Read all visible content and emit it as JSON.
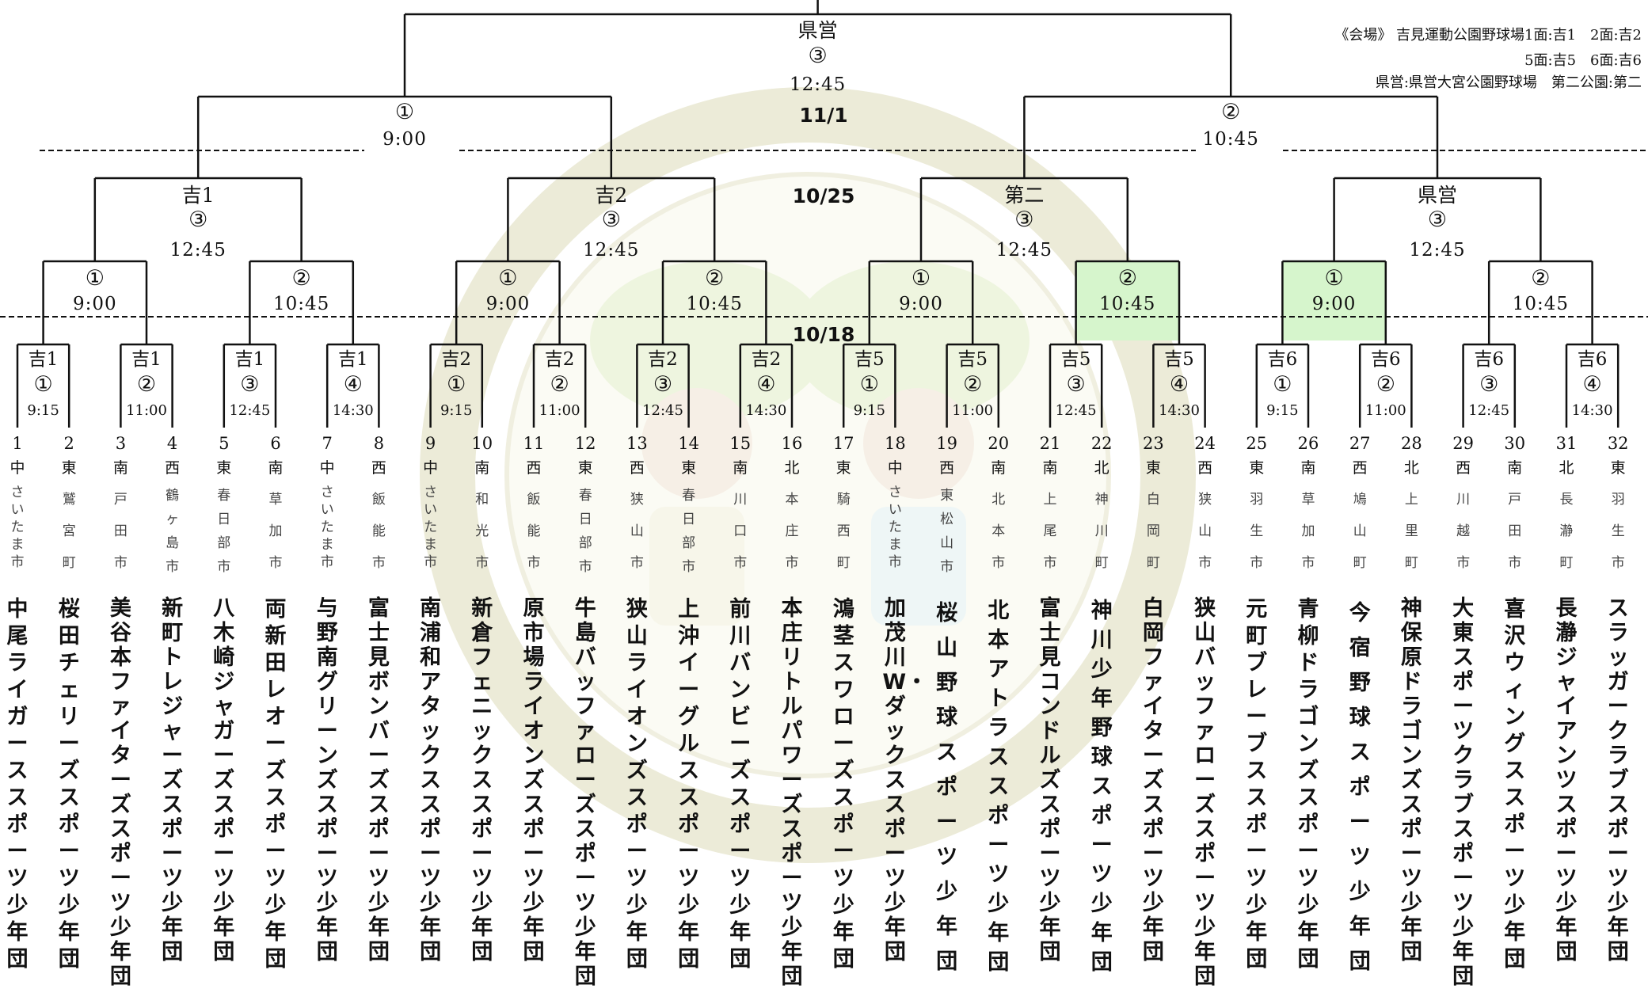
{
  "venue_note": {
    "line1": "《会場》 吉見運動公園野球場1面:吉1　2面:吉2",
    "line2": "5面:吉5　6面:吉6",
    "line3": "県営:県営大宮公園野球場　第二公園:第二"
  },
  "dates": {
    "round1": "10/18",
    "round3": "10/25",
    "semi": "11/1"
  },
  "final": {
    "site": "県営",
    "num": "③",
    "time": "12:45"
  },
  "semis": [
    {
      "num": "①",
      "time": "9:00"
    },
    {
      "num": "②",
      "time": "10:45"
    }
  ],
  "quarters": [
    {
      "site": "吉1",
      "num": "③",
      "time": "12:45"
    },
    {
      "site": "吉2",
      "num": "③",
      "time": "12:45"
    },
    {
      "site": "第二",
      "num": "③",
      "time": "12:45"
    },
    {
      "site": "県営",
      "num": "③",
      "time": "12:45"
    }
  ],
  "round2": [
    {
      "num": "①",
      "time": "9:00"
    },
    {
      "num": "②",
      "time": "10:45"
    },
    {
      "num": "①",
      "time": "9:00"
    },
    {
      "num": "②",
      "time": "10:45"
    },
    {
      "num": "①",
      "time": "9:00"
    },
    {
      "num": "②",
      "time": "10:45"
    },
    {
      "num": "①",
      "time": "9:00"
    },
    {
      "num": "②",
      "time": "10:45"
    }
  ],
  "round1": [
    {
      "site": "吉1",
      "num": "①",
      "time": "9:15"
    },
    {
      "site": "吉1",
      "num": "②",
      "time": "11:00"
    },
    {
      "site": "吉1",
      "num": "③",
      "time": "12:45"
    },
    {
      "site": "吉1",
      "num": "④",
      "time": "14:30"
    },
    {
      "site": "吉2",
      "num": "①",
      "time": "9:15"
    },
    {
      "site": "吉2",
      "num": "②",
      "time": "11:00"
    },
    {
      "site": "吉2",
      "num": "③",
      "time": "12:45"
    },
    {
      "site": "吉2",
      "num": "④",
      "time": "14:30"
    },
    {
      "site": "吉5",
      "num": "①",
      "time": "9:15"
    },
    {
      "site": "吉5",
      "num": "②",
      "time": "11:00"
    },
    {
      "site": "吉5",
      "num": "③",
      "time": "12:45"
    },
    {
      "site": "吉5",
      "num": "④",
      "time": "14:30"
    },
    {
      "site": "吉6",
      "num": "①",
      "time": "9:15"
    },
    {
      "site": "吉6",
      "num": "②",
      "time": "11:00"
    },
    {
      "site": "吉6",
      "num": "③",
      "time": "12:45"
    },
    {
      "site": "吉6",
      "num": "④",
      "time": "14:30"
    }
  ],
  "teams": [
    {
      "no": "1",
      "area": "中",
      "city": "さいたま市",
      "name": "中尾ライガーススポーツ少年団"
    },
    {
      "no": "2",
      "area": "東",
      "city": "鷲宮町",
      "name": "桜田チェリーズスポーツ少年団"
    },
    {
      "no": "3",
      "area": "南",
      "city": "戸田市",
      "name": "美谷本ファイターズスポーツ少年団"
    },
    {
      "no": "4",
      "area": "西",
      "city": "鶴ヶ島市",
      "name": "新町トレジャーズスポーツ少年団"
    },
    {
      "no": "5",
      "area": "東",
      "city": "春日部市",
      "name": "八木崎ジャガーズスポーツ少年団"
    },
    {
      "no": "6",
      "area": "南",
      "city": "草加市",
      "name": "両新田レオーズスポーツ少年団"
    },
    {
      "no": "7",
      "area": "中",
      "city": "さいたま市",
      "name": "与野南グリーンズスポーツ少年団"
    },
    {
      "no": "8",
      "area": "西",
      "city": "飯能市",
      "name": "富士見ボンバーズスポーツ少年団"
    },
    {
      "no": "9",
      "area": "中",
      "city": "さいたま市",
      "name": "南浦和アタックススポーツ少年団"
    },
    {
      "no": "10",
      "area": "南",
      "city": "和光市",
      "name": "新倉フェニックススポーツ少年団"
    },
    {
      "no": "11",
      "area": "西",
      "city": "飯能市",
      "name": "原市場ライオンズスポーツ少年団"
    },
    {
      "no": "12",
      "area": "東",
      "city": "春日部市",
      "name": "牛島バッファローズスポーツ少年団"
    },
    {
      "no": "13",
      "area": "西",
      "city": "狭山市",
      "name": "狭山ライオンズスポーツ少年団"
    },
    {
      "no": "14",
      "area": "東",
      "city": "春日部市",
      "name": "上沖イーグルススポーツ少年団"
    },
    {
      "no": "15",
      "area": "南",
      "city": "川口市",
      "name": "前川バンビーズスポーツ少年団"
    },
    {
      "no": "16",
      "area": "北",
      "city": "本庄市",
      "name": "本庄リトルパワーズスポーツ少年団"
    },
    {
      "no": "17",
      "area": "東",
      "city": "騎西町",
      "name": "鴻茎スワローズスポーツ少年団"
    },
    {
      "no": "18",
      "area": "中",
      "city": "さいたま市",
      "name": "加茂川W・ダックススポーツ少年団"
    },
    {
      "no": "19",
      "area": "西",
      "city": "東松山市",
      "name": "桜山野球スポーツ少年団"
    },
    {
      "no": "20",
      "area": "南",
      "city": "北本市",
      "name": "北本アトラススポーツ少年団"
    },
    {
      "no": "21",
      "area": "南",
      "city": "上尾市",
      "name": "富士見コンドルズスポーツ少年団"
    },
    {
      "no": "22",
      "area": "北",
      "city": "神川町",
      "name": "神川少年野球スポーツ少年団"
    },
    {
      "no": "23",
      "area": "東",
      "city": "白岡町",
      "name": "白岡ファイターズスポーツ少年団"
    },
    {
      "no": "24",
      "area": "西",
      "city": "狭山市",
      "name": "狭山バッファローズスポーツ少年団"
    },
    {
      "no": "25",
      "area": "東",
      "city": "羽生市",
      "name": "元町ブレーブススポーツ少年団"
    },
    {
      "no": "26",
      "area": "南",
      "city": "草加市",
      "name": "青柳ドラゴンズスポーツ少年団"
    },
    {
      "no": "27",
      "area": "西",
      "city": "鳩山町",
      "name": "今宿野球スポーツ少年団"
    },
    {
      "no": "28",
      "area": "北",
      "city": "上里町",
      "name": "神保原ドラゴンズスポーツ少年団"
    },
    {
      "no": "29",
      "area": "西",
      "city": "川越市",
      "name": "大東スポーツクラブスポーツ少年団"
    },
    {
      "no": "30",
      "area": "南",
      "city": "戸田市",
      "name": "喜沢ウィングススポーツ少年団"
    },
    {
      "no": "31",
      "area": "北",
      "city": "長瀞町",
      "name": "長瀞ジャイアンツスポーツ少年団"
    },
    {
      "no": "32",
      "area": "東",
      "city": "羽生市",
      "name": "スラッガークラブスポーツ少年団"
    }
  ],
  "colors": {
    "line": "#111111",
    "highlight": "#d6f5cc",
    "watermark": "#efeedd"
  }
}
